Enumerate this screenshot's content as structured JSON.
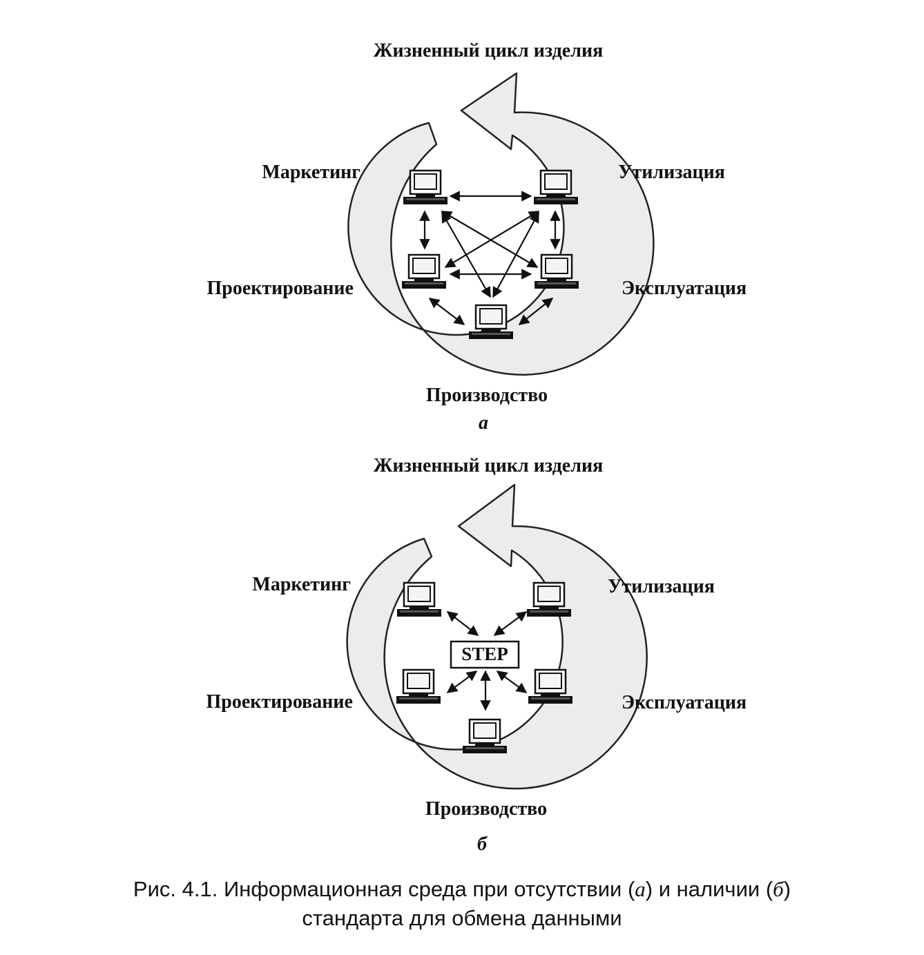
{
  "panel_a": {
    "title": "Жизненный цикл изделия",
    "stages": {
      "marketing": "Маркетинг",
      "disposal": "Утилизация",
      "design": "Проектирование",
      "operation": "Эксплуатация",
      "production": "Производство"
    },
    "letter": "а"
  },
  "panel_b": {
    "title": "Жизненный цикл изделия",
    "stages": {
      "marketing": "Маркетинг",
      "disposal": "Утилизация",
      "design": "Проектирование",
      "operation": "Эксплуатация",
      "production": "Производство"
    },
    "hub": "STEP",
    "letter": "б"
  },
  "caption": {
    "prefix": "Рис. 4.1. Информационная среда при отсутствии (",
    "a": "а",
    "middle": ") и наличии (",
    "b": "б",
    "suffix": ")",
    "line2": "стандарта для обмена данными"
  },
  "colors": {
    "ink": "#111111",
    "cycle_arrow_fill": "#ececec",
    "cycle_arrow_stroke": "#222222"
  }
}
